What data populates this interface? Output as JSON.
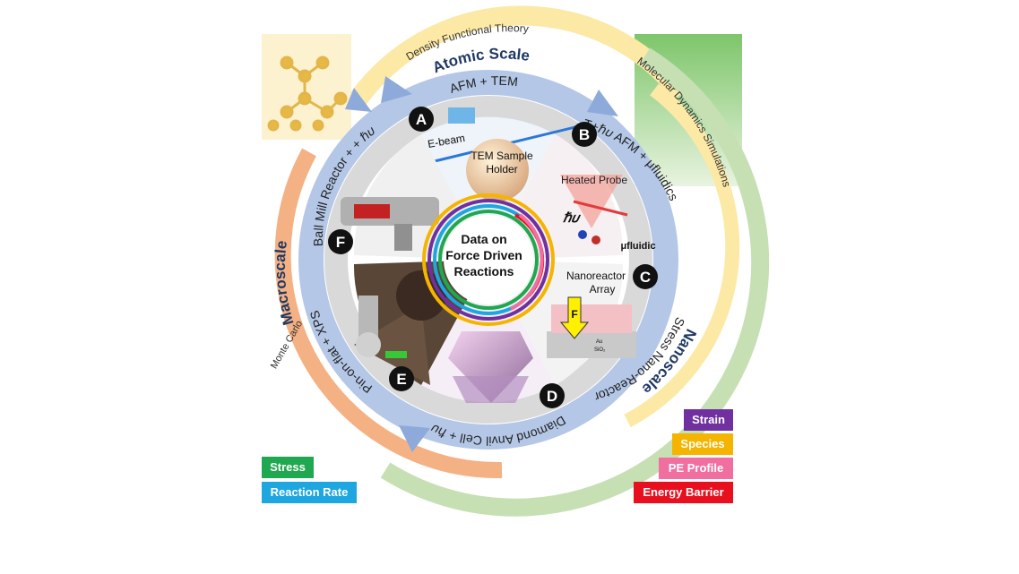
{
  "outer_arcs": {
    "dft": "Density Functional Theory",
    "md": "Molecular Dynamics Simulations",
    "monte_carlo": "Monte Carlo"
  },
  "scales": {
    "atomic": "Atomic Scale",
    "nano": "Nanoscale",
    "macro": "Macroscale"
  },
  "techniques": {
    "a": "AFM + TEM",
    "b": "T+ℏ𝜐 AFM + μfluidics",
    "c": "Stress Nano-Reactor",
    "d": "Diamond Anvil Cell + ℏ𝜐",
    "e": "Pin-on-flat + XPS",
    "f": "Ball Mill Reactor + + ℏ𝜐"
  },
  "panel_letters": [
    "A",
    "B",
    "C",
    "D",
    "E",
    "F"
  ],
  "panel_labels": {
    "ebeam": "E-beam",
    "tem_holder_1": "TEM Sample",
    "tem_holder_2": "Holder",
    "heated_probe": "Heated Probe",
    "hv": "ℏ𝜐",
    "mufluidic": "μfluidic",
    "nanoreactor_1": "Nanoreactor",
    "nanoreactor_2": "Array",
    "force": "F",
    "au": "Au",
    "sio2": "SiO₂"
  },
  "center": {
    "line1": "Data on",
    "line2": "Force Driven",
    "line3": "Reactions"
  },
  "legend": {
    "stress": "Stress",
    "reaction_rate": "Reaction Rate",
    "strain": "Strain",
    "species": "Species",
    "pe_profile": "PE Profile",
    "energy_barrier": "Energy Barrier"
  },
  "colors": {
    "stress": "#1fa84f",
    "reaction_rate": "#1ea6e0",
    "strain": "#7030a0",
    "species": "#f5b400",
    "pe_profile": "#f06fa0",
    "energy_barrier": "#e8101e",
    "dft_arc": "#fde9a6",
    "md_arc": "#c6e0b4",
    "mc_arc": "#f4b183",
    "scale_arc": "#b4c7e7"
  }
}
